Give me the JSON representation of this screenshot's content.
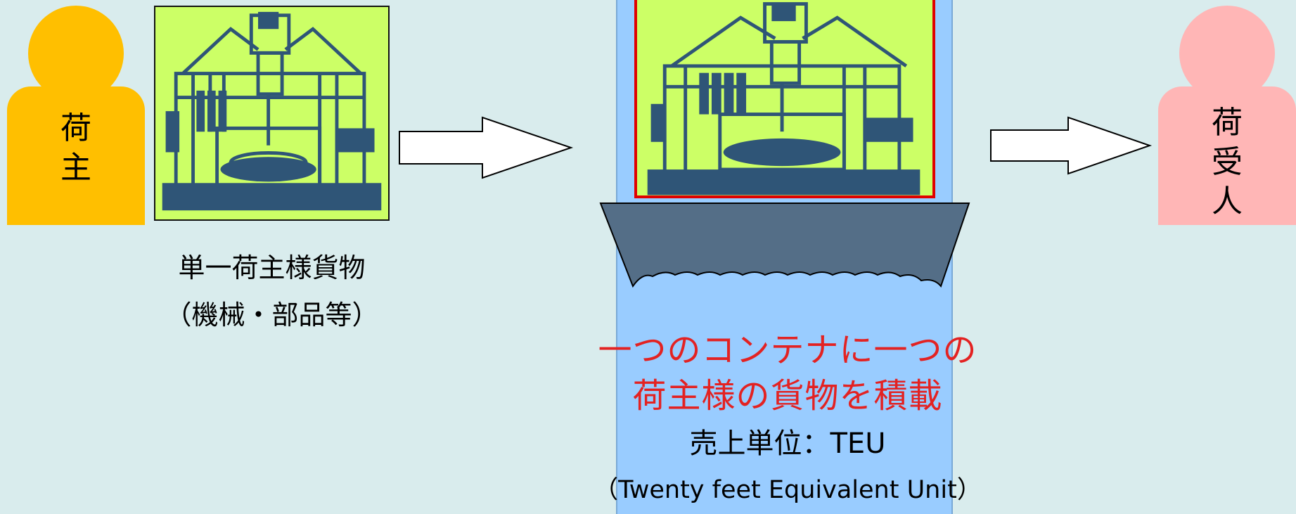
{
  "shipper": {
    "label_line1": "荷",
    "label_line2": "主",
    "color": "#ffbf00"
  },
  "consignee": {
    "label_line1": "荷",
    "label_line2": "受",
    "label_line3": "人",
    "color": "#ffb6b6"
  },
  "cargo": {
    "caption_line1": "単一荷主様貨物",
    "caption_line2": "（機械・部品等）"
  },
  "container": {
    "headline_line1": "一つのコンテナに一つの",
    "headline_line2": "荷主様の貨物を積載",
    "unit_line1": "売上単位：TEU",
    "unit_line2": "（Twenty feet Equivalent Unit）",
    "headline_color": "#e32222",
    "column_color": "#99ccff",
    "hopper_color": "#546e87"
  },
  "colors": {
    "background": "#d9eced",
    "machine_bg": "#ccff66",
    "machine_ink": "#2f5577",
    "frame_highlight": "#e00000"
  }
}
